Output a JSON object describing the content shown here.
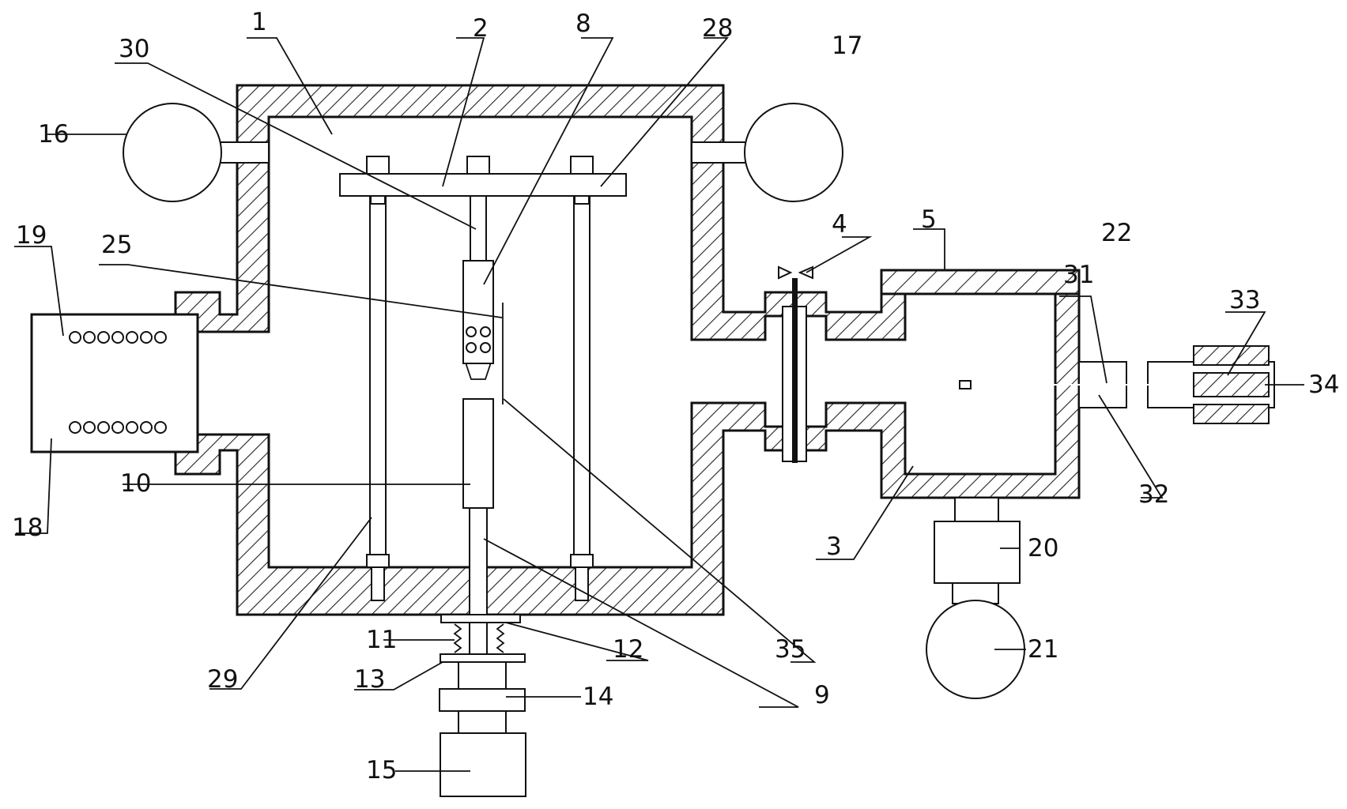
{
  "diagram": {
    "part_numbers": [
      "1",
      "2",
      "3",
      "4",
      "5",
      "8",
      "9",
      "10",
      "11",
      "12",
      "13",
      "14",
      "15",
      "16",
      "17",
      "18",
      "19",
      "20",
      "21",
      "22",
      "25",
      "28",
      "29",
      "30",
      "31",
      "32",
      "33",
      "34",
      "35"
    ]
  }
}
